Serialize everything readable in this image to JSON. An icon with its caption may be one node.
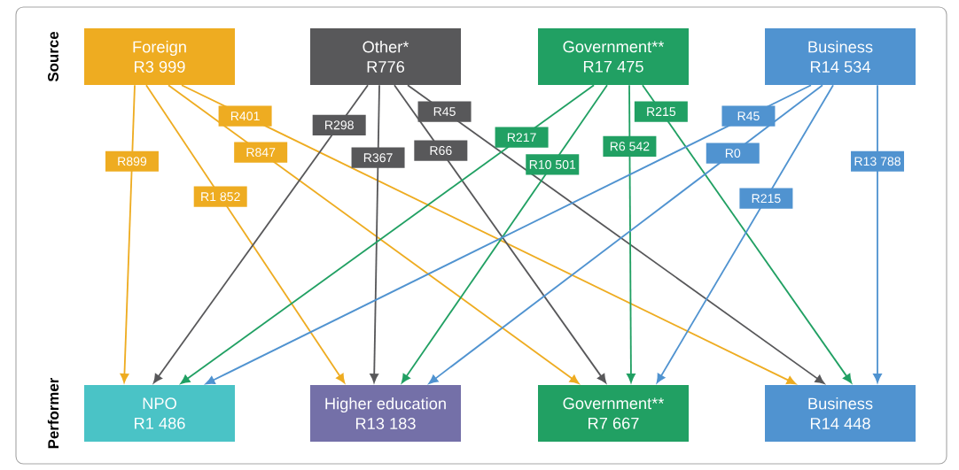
{
  "diagram": {
    "nodes": [
      {
        "text": [
          "Foreign",
          "R3 999"
        ]
      },
      {
        "text": [
          "Other*",
          "R776"
        ]
      },
      {
        "text": [
          "Government**",
          "R17 475"
        ]
      },
      {
        "text": [
          "Business",
          "R14 534"
        ]
      },
      {
        "text": [
          "NPO",
          "R1 486"
        ]
      },
      {
        "text": [
          "Higher education",
          "R13 183"
        ]
      },
      {
        "text": [
          "Government**",
          "R7 667"
        ]
      },
      {
        "text": [
          "Business",
          "R14 448"
        ]
      }
    ],
    "edges": [
      {
        "from": 0,
        "to": 4,
        "arrow": "to",
        "label": "R899",
        "color": "#eeac21"
      },
      {
        "from": 0,
        "to": 5,
        "arrow": "to",
        "label": "R1 852",
        "color": "#eeac21"
      },
      {
        "from": 0,
        "to": 6,
        "arrow": "to",
        "label": "R847",
        "color": "#eeac21"
      },
      {
        "from": 0,
        "to": 7,
        "arrow": "to",
        "label": "R401",
        "color": "#eeac21"
      },
      {
        "from": 1,
        "to": 4,
        "arrow": "to",
        "label": "R298",
        "color": "#58585a"
      },
      {
        "from": 1,
        "to": 5,
        "arrow": "to",
        "label": "R367",
        "color": "#58585a"
      },
      {
        "from": 1,
        "to": 6,
        "arrow": "to",
        "label": "R66",
        "color": "#58585a"
      },
      {
        "from": 1,
        "to": 7,
        "arrow": "to",
        "label": "R45",
        "color": "#58585a"
      },
      {
        "from": 2,
        "to": 4,
        "arrow": "to",
        "label": "R217",
        "color": "#21a063"
      },
      {
        "from": 2,
        "to": 5,
        "arrow": "to",
        "label": "R10 501",
        "color": "#21a063"
      },
      {
        "from": 2,
        "to": 6,
        "arrow": "to",
        "label": "R6 542",
        "color": "#21a063"
      },
      {
        "from": 2,
        "to": 7,
        "arrow": "to",
        "label": "R215",
        "color": "#21a063"
      },
      {
        "from": 3,
        "to": 4,
        "arrow": "to",
        "label": "R45",
        "color": "#5093d0"
      },
      {
        "from": 3,
        "to": 5,
        "arrow": "to",
        "label": "R0",
        "color": "#5093d0"
      },
      {
        "from": 3,
        "to": 6,
        "arrow": "to",
        "label": "R215",
        "color": "#5093d0"
      },
      {
        "from": 3,
        "to": 7,
        "arrow": "to",
        "label": "R13 788",
        "color": "#5093d0"
      }
    ],
    "labels": [
      "Source",
      "Performer"
    ]
  }
}
